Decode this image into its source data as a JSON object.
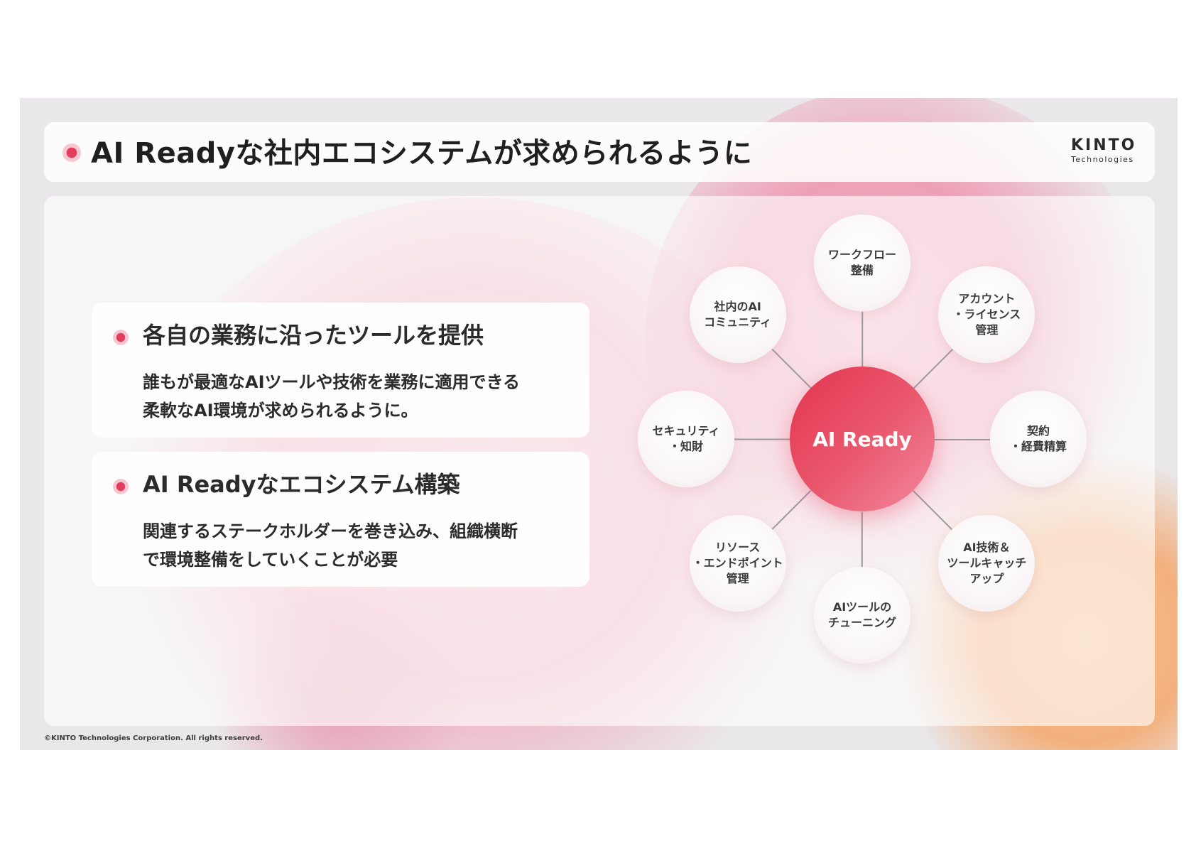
{
  "slide": {
    "title": "AI Readyな社内エコシステムが求められるように",
    "logo": {
      "main": "KINTO",
      "sub": "Technologies"
    },
    "footer": "©KINTO Technologies Corporation. All rights reserved."
  },
  "items": [
    {
      "heading": "各自の業務に沿ったツールを提供",
      "body": [
        "誰もが最適なAIツールや技術を業務に適用できる",
        "柔軟なAI環境が求められるように。"
      ]
    },
    {
      "heading": "AI Readyなエコシステム構築",
      "body": [
        "関連するステークホルダーを巻き込み、組織横断",
        "で環境整備をしていくことが必要"
      ]
    }
  ],
  "diagram": {
    "center": "AI Ready",
    "nodes": [
      {
        "id": "workflow",
        "lines": [
          "ワークフロー",
          "整備"
        ]
      },
      {
        "id": "account",
        "lines": [
          "アカウント",
          "・ライセンス",
          "管理"
        ]
      },
      {
        "id": "contract",
        "lines": [
          "契約",
          "・経費精算"
        ]
      },
      {
        "id": "ai-tech",
        "lines": [
          "AI技術＆",
          "ツールキャッチ",
          "アップ"
        ]
      },
      {
        "id": "tuning",
        "lines": [
          "AIツールの",
          "チューニング"
        ]
      },
      {
        "id": "resource",
        "lines": [
          "リソース",
          "・エンドポイント",
          "管理"
        ]
      },
      {
        "id": "security",
        "lines": [
          "セキュリティ",
          "・知財"
        ]
      },
      {
        "id": "community",
        "lines": [
          "社内のAI",
          "コミュニティ"
        ]
      }
    ]
  },
  "colors": {
    "accent": "#e23d5d",
    "text": "#2b2b2b",
    "peach": "#f3b07d",
    "pink": "#eea0b6"
  }
}
